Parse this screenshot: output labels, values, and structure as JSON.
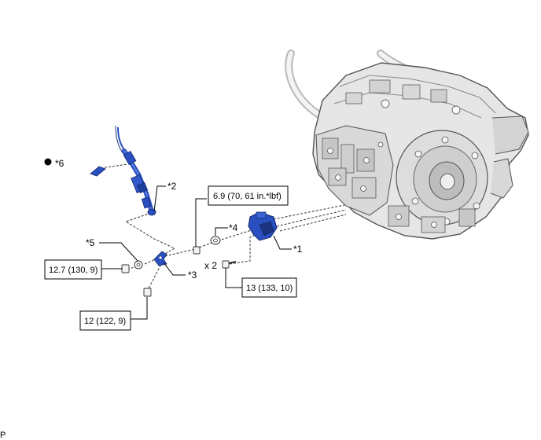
{
  "callouts": {
    "c1": "*1",
    "c2": "*2",
    "c3": "*3",
    "c4": "*4",
    "c5": "*5",
    "c6": "*6"
  },
  "torque": {
    "t1": "6.9 (70, 61 in.*lbf)",
    "t2": "12.7 (130, 9)",
    "t3": "13 (133, 10)",
    "t4": "12 (122, 9)"
  },
  "quantity": "x 2",
  "corner_code": "P",
  "colors": {
    "part_blue": "#2a4fc0",
    "part_dark": "#1b3480",
    "line": "#000000"
  }
}
